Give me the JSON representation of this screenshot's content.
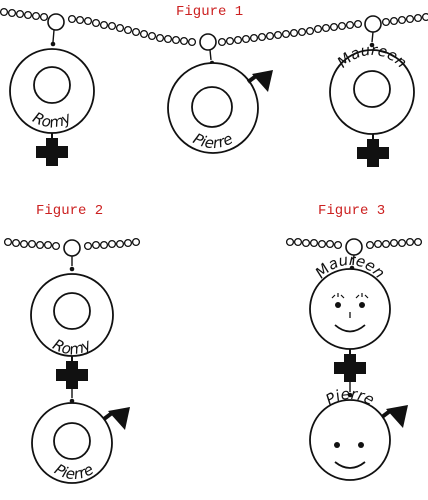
{
  "figure1": {
    "title": "Figure 1",
    "names": [
      "Romy",
      "Pierre",
      "Maureen"
    ]
  },
  "figure2": {
    "title": "Figure 2",
    "names": [
      "Romy",
      "Pierre"
    ]
  },
  "figure3": {
    "title": "Figure 3",
    "names": [
      "Maureen",
      "Pierre"
    ]
  },
  "colors": {
    "title": "#cc2020",
    "ink": "#111111",
    "paper": "#ffffff"
  },
  "icons": [
    "female-symbol-icon",
    "male-symbol-icon",
    "smiley-face-icon",
    "bead-chain-icon"
  ]
}
